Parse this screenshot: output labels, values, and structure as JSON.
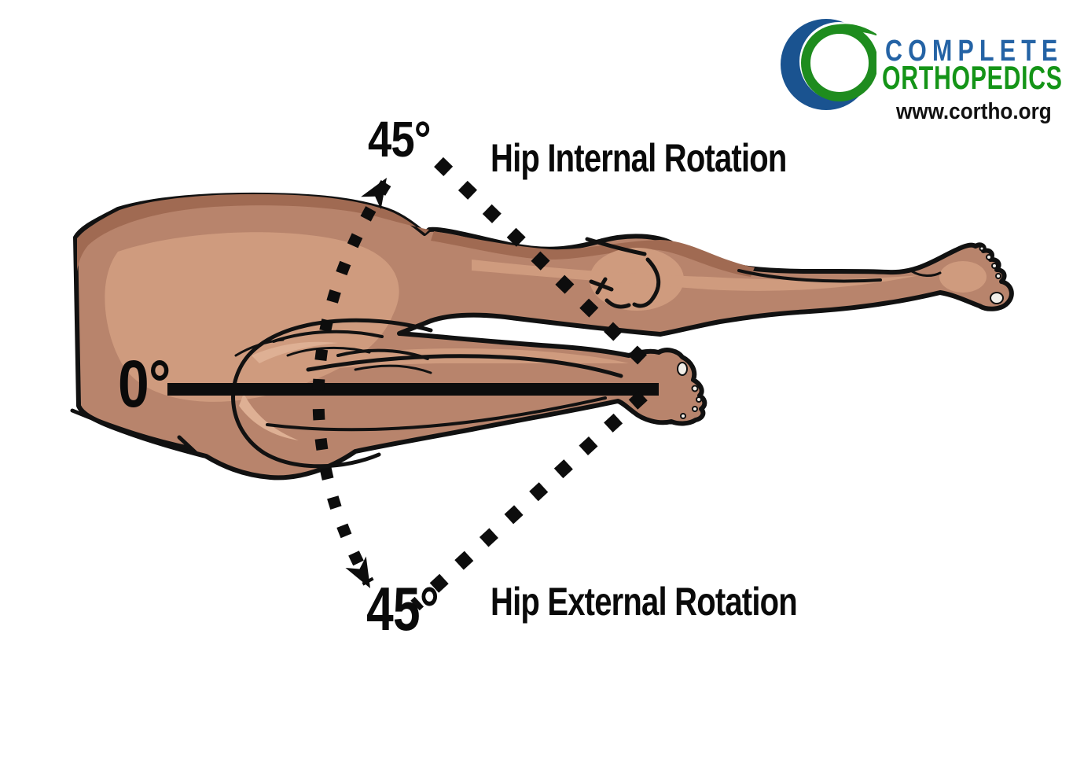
{
  "logo": {
    "company_line1": "COMPLETE",
    "company_line2": "ORTHOPEDICS",
    "website": "www.cortho.org",
    "colors": {
      "mark_blue": "#1a5390",
      "mark_green": "#1e8c1e",
      "text_blue": "#2463a5",
      "text_green": "#149417",
      "url_black": "#111111"
    }
  },
  "diagram": {
    "neutral_angle": "0°",
    "internal_angle": "45°",
    "internal_title": "Hip Internal Rotation",
    "external_angle": "45°",
    "external_title": "Hip External Rotation",
    "colors": {
      "ink": "#0a0a0a",
      "annotation": "#0d0d0d",
      "skin_base": "#b8846c",
      "skin_shade": "#a06a52",
      "skin_light": "#cf9b7e",
      "skin_highlight": "#deb094",
      "outline": "#111111",
      "nail": "#f2efe9"
    }
  }
}
